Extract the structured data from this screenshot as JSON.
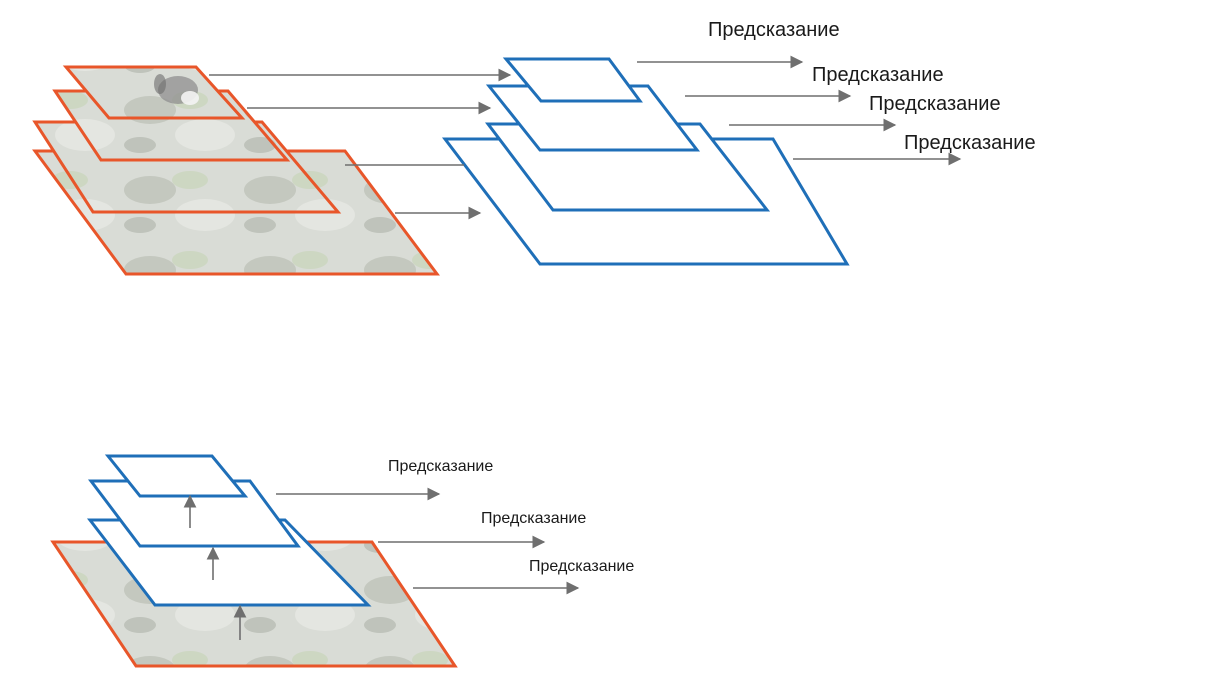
{
  "top_diagram": {
    "predictions": [
      "Предсказание",
      "Предсказание",
      "Предсказание",
      "Предсказание"
    ]
  },
  "bottom_diagram": {
    "predictions": [
      "Предсказание",
      "Предсказание",
      "Предсказание"
    ]
  },
  "colors": {
    "image_border": "#e8562a",
    "feature_border": "#1f6fb8",
    "arrow": "#6f6f6f",
    "background": "#ffffff"
  }
}
